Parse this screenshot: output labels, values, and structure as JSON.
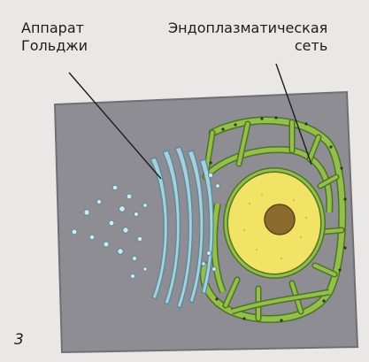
{
  "labels": {
    "golgi": {
      "line1": "Аппарат",
      "line2": "Гольджи"
    },
    "er": {
      "line1": "Эндоплазматическая",
      "line2": "сеть"
    }
  },
  "panel_number": "3",
  "colors": {
    "page_background": "#e9e8e6",
    "cell_fill": "#8d8d93",
    "cell_outline": "#6f6f74",
    "golgi_fill": "#a9cfd8",
    "golgi_outline": "#5a8aa0",
    "vesicle_fill": "#d3e7ed",
    "er_fill": "#93bf4a",
    "er_outline": "#4f7224",
    "nucleus_fill": "#f1e366",
    "nucleolus_fill": "#8a6a2d",
    "leader_line": "#1d1d1d"
  }
}
